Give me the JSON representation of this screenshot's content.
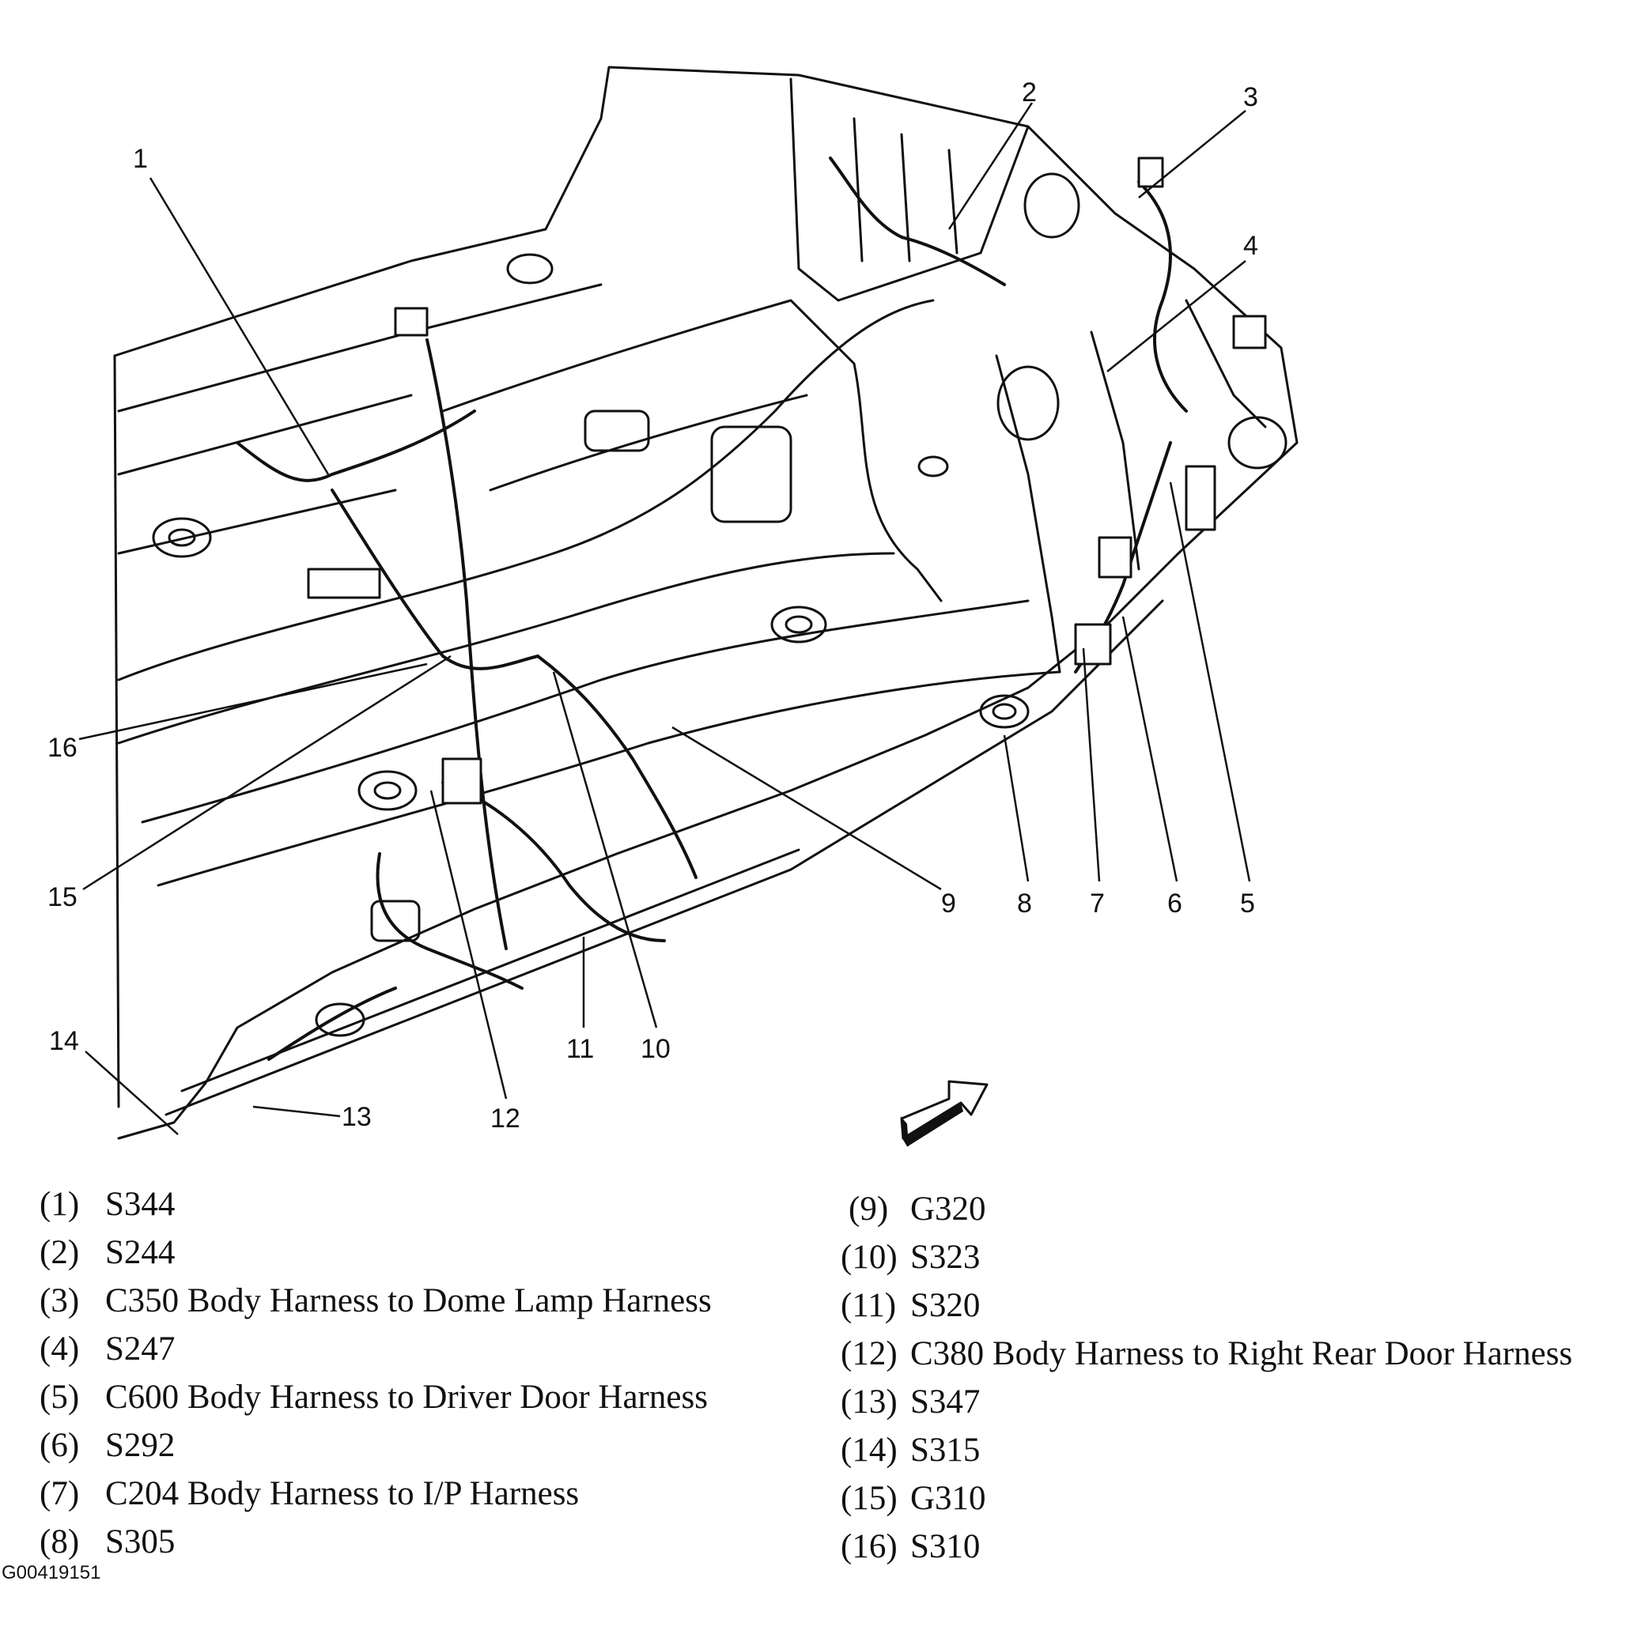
{
  "callouts": [
    "1",
    "2",
    "3",
    "4",
    "5",
    "6",
    "7",
    "8",
    "9",
    "10",
    "11",
    "12",
    "13",
    "14",
    "15",
    "16"
  ],
  "legend": {
    "left": [
      {
        "num": "(1)",
        "text": "S344"
      },
      {
        "num": "(2)",
        "text": "S244"
      },
      {
        "num": "(3)",
        "text": "C350 Body Harness to Dome Lamp Harness"
      },
      {
        "num": "(4)",
        "text": "S247"
      },
      {
        "num": "(5)",
        "text": "C600 Body Harness to Driver Door Harness"
      },
      {
        "num": "(6)",
        "text": "S292"
      },
      {
        "num": "(7)",
        "text": "C204 Body Harness to I/P Harness"
      },
      {
        "num": "(8)",
        "text": "S305"
      }
    ],
    "right": [
      {
        "num": "(9)",
        "text": "G320"
      },
      {
        "num": "(10)",
        "text": "S323"
      },
      {
        "num": "(11)",
        "text": "S320"
      },
      {
        "num": "(12)",
        "text": "C380 Body Harness to Right Rear Door Harness"
      },
      {
        "num": "(13)",
        "text": "S347"
      },
      {
        "num": "(14)",
        "text": "S315"
      },
      {
        "num": "(15)",
        "text": "G310"
      },
      {
        "num": "(16)",
        "text": "S310"
      }
    ]
  },
  "figure_id": "G00419151",
  "colors": {
    "ink": "#111111",
    "background": "#ffffff"
  }
}
